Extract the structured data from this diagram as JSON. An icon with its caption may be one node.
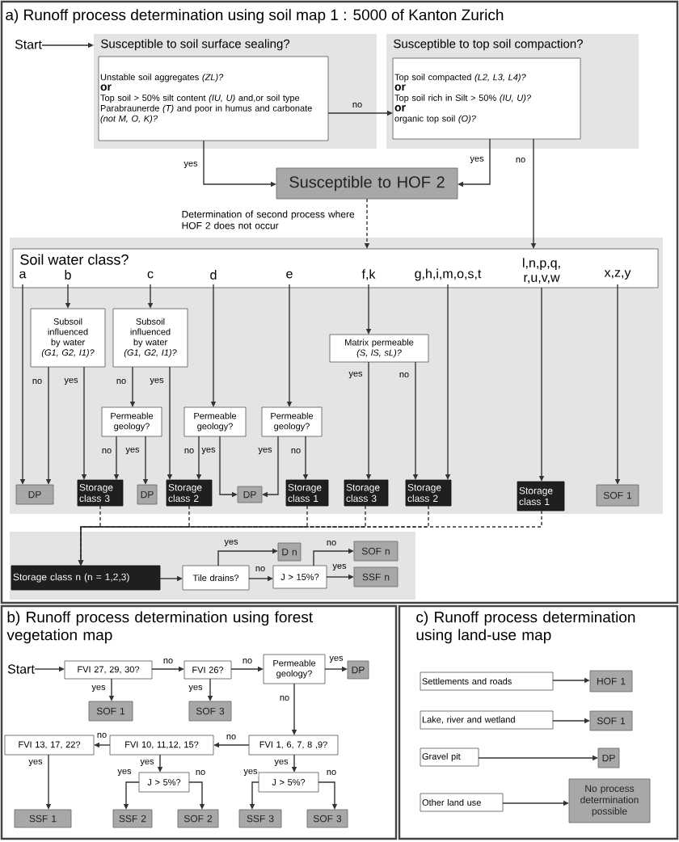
{
  "diagram": {
    "nodes": [
      {
        "text": [
          "Start"
        ]
      },
      {
        "text": [
          "Susceptible to soil surface sealing?"
        ]
      },
      {
        "text": [
          "Unstable soil aggregates *(ZL)?*",
          "or",
          "Top soil > 50% silt content *(IU, U)* and,or soil type Parabraunerde *(T)* and poor in humus and carbonate *(not M, O, K)?*"
        ],
        "in": 1
      },
      {
        "text": [
          "Susceptible to top soil compaction?"
        ]
      },
      {
        "text": [
          "Top soil compacted *(L2, L3, L4)?*",
          "or",
          "Top soil rich in Silt > 50% *(IU, U)?*",
          "or",
          "organic top soil *(O)?*"
        ],
        "in": 3
      },
      {
        "text": [
          "Susceptible to HOF 2"
        ]
      },
      {
        "text": [
          "Soil water class?"
        ]
      },
      {
        "text": [
          "a"
        ],
        "in": 6
      },
      {
        "text": [
          "b"
        ],
        "in": 6
      },
      {
        "text": [
          "c"
        ],
        "in": 6
      },
      {
        "text": [
          "d"
        ],
        "in": 6
      },
      {
        "text": [
          "e"
        ],
        "in": 6
      },
      {
        "text": [
          "f,k"
        ],
        "in": 6
      },
      {
        "text": [
          "g,h,i,m,o,s,t"
        ],
        "in": 6
      },
      {
        "text": [
          "l,n,p,q, r,u,v,w"
        ],
        "in": 6
      },
      {
        "text": [
          "x,z,y"
        ],
        "in": 6
      },
      {
        "text": [
          "Subsoil influenced by water *(G1, G2, I1)?*"
        ]
      },
      {
        "text": [
          "Subsoil influenced by water *(G1, G2, I1)?*"
        ]
      },
      {
        "text": [
          "Matrix permeable *(S, lS, sL)?*"
        ]
      },
      {
        "text": [
          "Permeable geology?"
        ]
      },
      {
        "text": [
          "Permeable geology?"
        ]
      },
      {
        "text": [
          "Permeable geology?"
        ]
      },
      {
        "text": [
          "DP"
        ]
      },
      {
        "text": [
          "Storage class 3"
        ]
      },
      {
        "text": [
          "DP"
        ]
      },
      {
        "text": [
          "Storage class 2"
        ]
      },
      {
        "text": [
          "DP"
        ]
      },
      {
        "text": [
          "Storage class 1"
        ]
      },
      {
        "text": [
          "Storage class 3"
        ]
      },
      {
        "text": [
          "Storage class 2"
        ]
      },
      {
        "text": [
          "Storage class 1"
        ]
      },
      {
        "text": [
          "SOF 1"
        ]
      },
      {
        "text": [
          "Storage class n (n = 1,2,3)"
        ]
      },
      {
        "text": [
          "Tile drains?"
        ]
      },
      {
        "text": [
          "D n"
        ]
      },
      {
        "text": [
          "J > 15%?"
        ]
      },
      {
        "text": [
          "SOF n"
        ]
      },
      {
        "text": [
          "SSF n"
        ]
      },
      {
        "text": [
          "Start"
        ]
      },
      {
        "text": [
          "FVI 27, 29, 30?"
        ]
      },
      {
        "text": [
          "FVI 26?"
        ]
      },
      {
        "text": [
          "SOF 1"
        ]
      },
      {
        "text": [
          "SOF 3"
        ]
      },
      {
        "text": [
          "Permeable geology?"
        ]
      },
      {
        "text": [
          "DP"
        ]
      },
      {
        "text": [
          "FVI 1, 6, 7, 8 ,9?"
        ]
      },
      {
        "text": [
          "FVI 10, 11,12, 15?"
        ]
      },
      {
        "text": [
          "FVI 13, 17, 22?"
        ]
      },
      {
        "text": [
          "J > 5%?"
        ]
      },
      {
        "text": [
          "J > 5%?"
        ]
      },
      {
        "text": [
          "SSF 1"
        ]
      },
      {
        "text": [
          "SSF 2"
        ]
      },
      {
        "text": [
          "SOF 2"
        ]
      },
      {
        "text": [
          "SSF 3"
        ]
      },
      {
        "text": [
          "SOF 3"
        ]
      },
      {
        "text": [
          "Settlements and roads"
        ]
      },
      {
        "text": [
          "HOF 1"
        ]
      },
      {
        "text": [
          "Lake, river and wetland"
        ]
      },
      {
        "text": [
          "SOF 1"
        ]
      },
      {
        "text": [
          "Gravel pit"
        ]
      },
      {
        "text": [
          "DP"
        ]
      },
      {
        "text": [
          "Other land use"
        ]
      },
      {
        "text": [
          "No process determination possible"
        ]
      }
    ],
    "edges": [
      {
        "from": 0,
        "to": 1,
        "arrow": "to"
      },
      {
        "from": 2,
        "to": 4,
        "arrow": "to",
        "label": "no"
      },
      {
        "from": 2,
        "to": 5,
        "arrow": "to",
        "label": "yes"
      },
      {
        "from": 4,
        "to": 5,
        "arrow": "to",
        "label": "yes"
      },
      {
        "from": 4,
        "to": 6,
        "arrow": "to",
        "label": "no"
      },
      {
        "from": 5,
        "to": 6,
        "arrow": "to",
        "style": "dashed",
        "label": "Determination of second process where HOF 2 does not occur"
      },
      {
        "from": 7,
        "to": 22,
        "arrow": "to"
      },
      {
        "from": 8,
        "to": 16,
        "arrow": "to"
      },
      {
        "from": 9,
        "to": 17,
        "arrow": "to"
      },
      {
        "from": 10,
        "to": 20,
        "arrow": "to"
      },
      {
        "from": 11,
        "to": 21,
        "arrow": "to"
      },
      {
        "from": 12,
        "to": 18,
        "arrow": "to"
      },
      {
        "from": 13,
        "to": 29,
        "arrow": "to"
      },
      {
        "from": 14,
        "to": 30,
        "arrow": "to"
      },
      {
        "from": 15,
        "to": 31,
        "arrow": "to"
      },
      {
        "from": 16,
        "to": 22,
        "arrow": "to",
        "label": "no"
      },
      {
        "from": 16,
        "to": 23,
        "arrow": "to",
        "label": "yes"
      },
      {
        "from": 17,
        "to": 19,
        "arrow": "to",
        "label": "no"
      },
      {
        "from": 17,
        "to": 25,
        "arrow": "to",
        "label": "yes"
      },
      {
        "from": 19,
        "to": 23,
        "arrow": "to",
        "label": "no"
      },
      {
        "from": 19,
        "to": 24,
        "arrow": "to",
        "label": "yes"
      },
      {
        "from": 20,
        "to": 25,
        "arrow": "to",
        "label": "no"
      },
      {
        "from": 20,
        "to": 26,
        "arrow": "to",
        "label": "yes"
      },
      {
        "from": 21,
        "to": 26,
        "arrow": "to",
        "label": "yes"
      },
      {
        "from": 21,
        "to": 27,
        "arrow": "to",
        "label": "no"
      },
      {
        "from": 18,
        "to": 28,
        "arrow": "to",
        "label": "yes"
      },
      {
        "from": 18,
        "to": 29,
        "arrow": "to",
        "label": "no"
      },
      {
        "from": 23,
        "to": 32,
        "arrow": "to",
        "style": "dashed"
      },
      {
        "from": 25,
        "to": 32,
        "arrow": "to",
        "style": "dashed"
      },
      {
        "from": 27,
        "to": 32,
        "arrow": "to",
        "style": "dashed"
      },
      {
        "from": 28,
        "to": 32,
        "arrow": "to",
        "style": "dashed"
      },
      {
        "from": 29,
        "to": 32,
        "arrow": "to",
        "style": "dashed"
      },
      {
        "from": 30,
        "to": 32,
        "arrow": "to",
        "style": "dashed"
      },
      {
        "from": 32,
        "to": 33,
        "arrow": "to"
      },
      {
        "from": 33,
        "to": 34,
        "arrow": "to",
        "label": "yes"
      },
      {
        "from": 33,
        "to": 35,
        "arrow": "to",
        "label": "no"
      },
      {
        "from": 35,
        "to": 36,
        "arrow": "to",
        "label": "no"
      },
      {
        "from": 35,
        "to": 37,
        "arrow": "to",
        "label": "yes"
      },
      {
        "from": 38,
        "to": 39,
        "arrow": "to"
      },
      {
        "from": 39,
        "to": 40,
        "arrow": "to",
        "label": "no"
      },
      {
        "from": 39,
        "to": 41,
        "arrow": "to",
        "label": "yes"
      },
      {
        "from": 40,
        "to": 42,
        "arrow": "to",
        "label": "yes"
      },
      {
        "from": 40,
        "to": 43,
        "arrow": "to",
        "label": "no"
      },
      {
        "from": 43,
        "to": 44,
        "arrow": "to",
        "label": "yes"
      },
      {
        "from": 43,
        "to": 45,
        "arrow": "to",
        "label": "no"
      },
      {
        "from": 45,
        "to": 46,
        "arrow": "to",
        "label": "no"
      },
      {
        "from": 46,
        "to": 47,
        "arrow": "to",
        "label": "no"
      },
      {
        "from": 47,
        "to": 50,
        "arrow": "to",
        "label": "yes"
      },
      {
        "from": 46,
        "to": 48,
        "arrow": "to",
        "label": "yes"
      },
      {
        "from": 48,
        "to": 51,
        "arrow": "to",
        "label": "yes"
      },
      {
        "from": 48,
        "to": 52,
        "arrow": "to",
        "label": "no"
      },
      {
        "from": 45,
        "to": 49,
        "arrow": "to",
        "label": "yes"
      },
      {
        "from": 49,
        "to": 53,
        "arrow": "to",
        "label": "yes"
      },
      {
        "from": 49,
        "to": 54,
        "arrow": "to",
        "label": "no"
      },
      {
        "from": 55,
        "to": 56,
        "arrow": "to"
      },
      {
        "from": 57,
        "to": 58,
        "arrow": "to"
      },
      {
        "from": 59,
        "to": 60,
        "arrow": "to"
      },
      {
        "from": 61,
        "to": 62,
        "arrow": "to"
      }
    ],
    "labels": [
      "a) Runoff process determination using soil map 1 : 5000 of Kanton Zurich",
      "b) Runoff process determination using forest vegetation map",
      "c) Runoff process determination using land-use map"
    ]
  }
}
